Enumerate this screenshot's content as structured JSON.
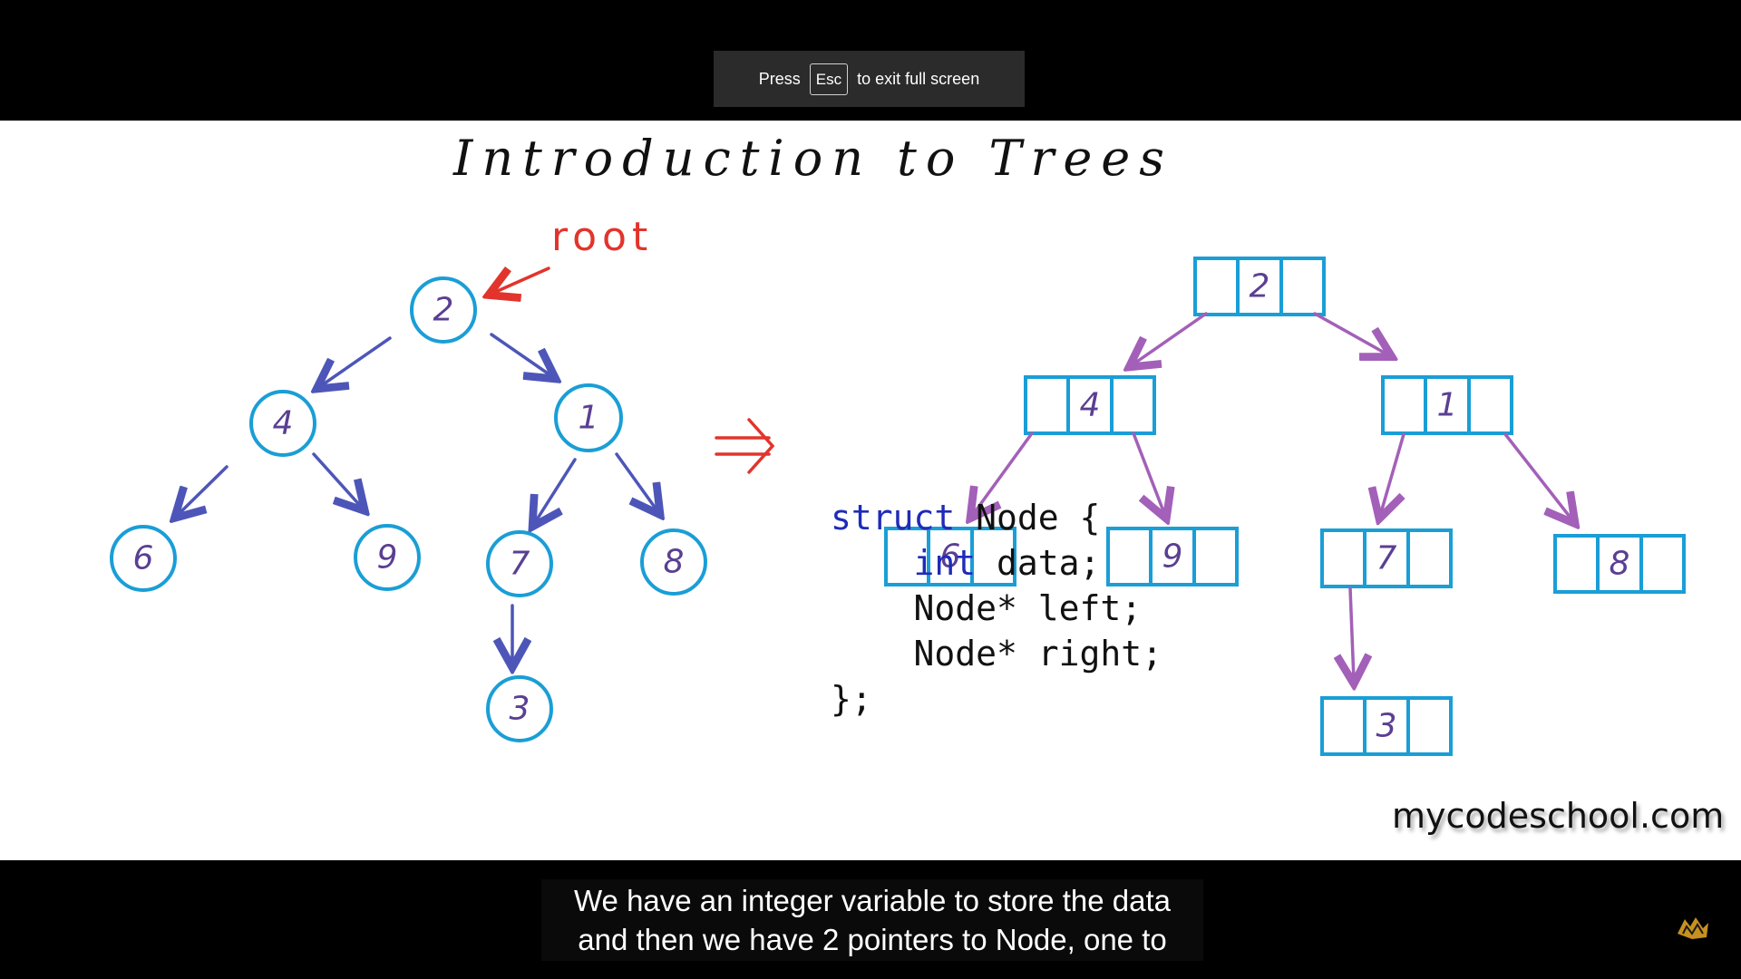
{
  "fullscreen_notice": {
    "prefix": "Press",
    "key": "Esc",
    "suffix": "to exit full screen"
  },
  "slide": {
    "title": "Introduction to Trees",
    "root_label": "root",
    "code": {
      "line1_keyword": "struct",
      "line1_rest": " Node {",
      "line2_keyword": "int",
      "line2_rest": " data;",
      "line3": "Node* left;",
      "line4": "Node* right;",
      "line5": "};"
    },
    "brand": "mycodeschool.com",
    "tree_nodes": {
      "root": "2",
      "left": "4",
      "right": "1",
      "left_left": "6",
      "left_right": "9",
      "right_left": "7",
      "right_right": "8",
      "right_left_child": "3"
    },
    "struct_nodes": {
      "root": "2",
      "left": "4",
      "right": "1",
      "left_left": "6",
      "left_right": "9",
      "right_left": "7",
      "right_right": "8",
      "right_left_child": "3"
    }
  },
  "caption": {
    "line1": "We have an integer variable to store the data",
    "line2": "and then we have 2 pointers to Node, one to"
  },
  "colors": {
    "node_stroke": "#1a9ed6",
    "node_text": "#5a3f93",
    "edge_blue": "#4d56b8",
    "edge_purple": "#a360b8",
    "accent_red": "#e2342c"
  }
}
